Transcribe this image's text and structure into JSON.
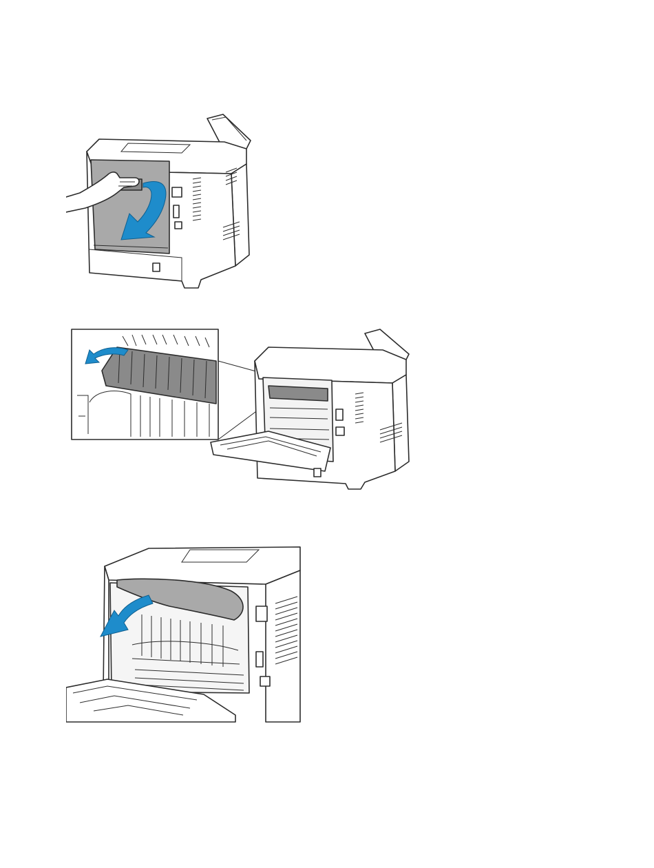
{
  "page": {
    "figures": [
      {
        "id": "open-rear-door",
        "arrow_color": "#1e8ccb",
        "door_color": "#a9a9a9"
      },
      {
        "id": "lift-fuser-guide",
        "arrow_color": "#1e8ccb",
        "guide_color": "#8a8a8a"
      },
      {
        "id": "remove-jammed-paper",
        "arrow_color": "#1e8ccb",
        "paper_color": "#a9a9a9"
      }
    ]
  }
}
